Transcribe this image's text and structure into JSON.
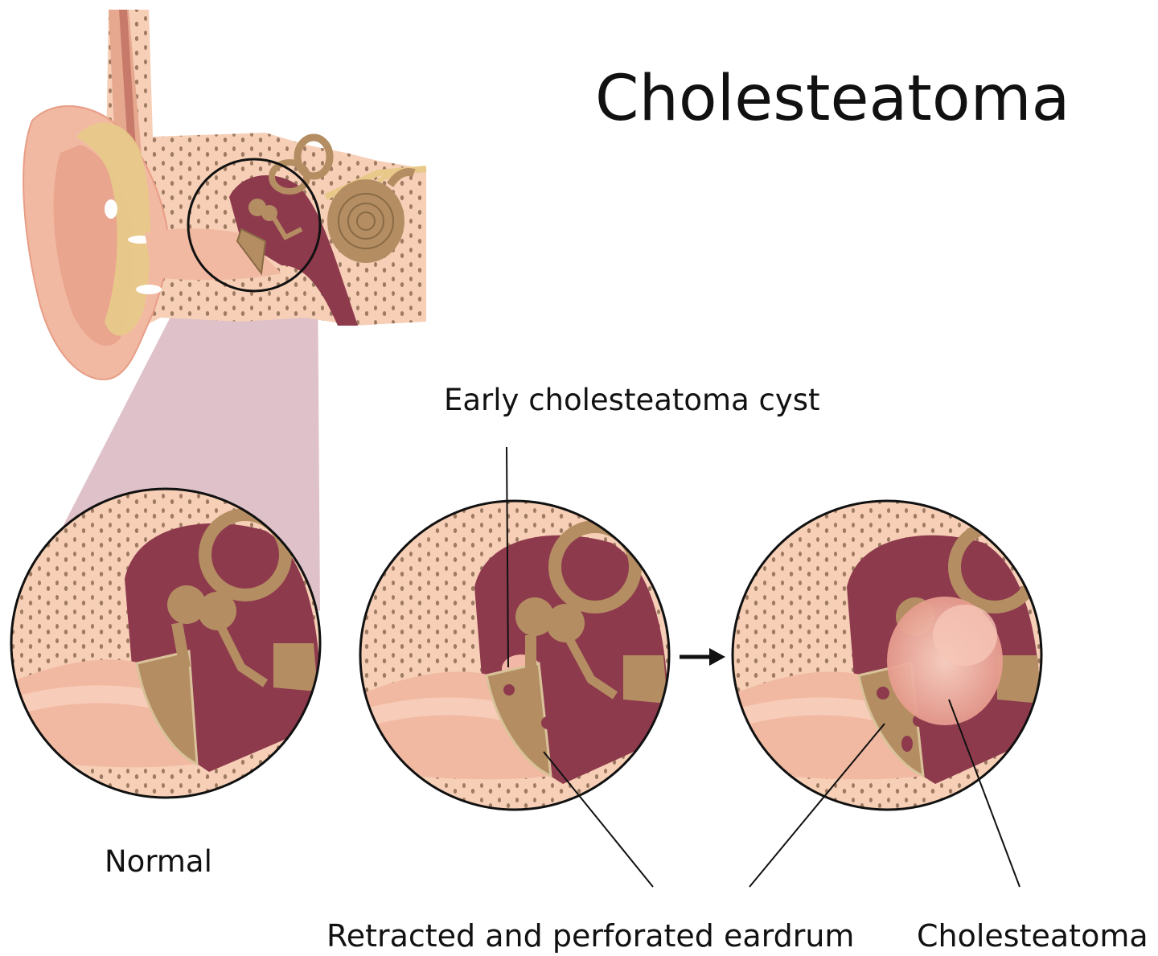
{
  "title": "Cholesteatoma",
  "labels": {
    "early_cyst": "Early cholesteatoma cyst",
    "normal": "Normal",
    "retracted_eardrum": "Retracted and perforated eardrum",
    "cholesteatoma": "Cholesteatoma"
  },
  "colors": {
    "skin": "#f2b9a2",
    "skin_light": "#f7cdb9",
    "bone": "#f6cfb6",
    "cavity": "#8e3a4d",
    "ossicle": "#b48e62",
    "cartilage": "#e8c98a",
    "outline": "#111111",
    "callout_band": "#d9b7c0",
    "growth": "#f3b7a8"
  }
}
